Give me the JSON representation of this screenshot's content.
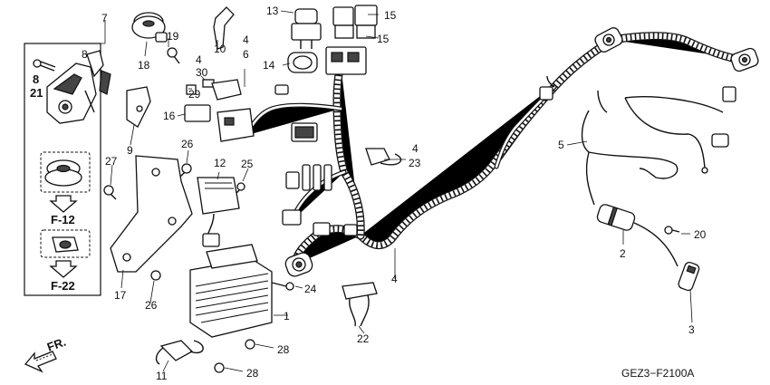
{
  "diagram_code": "GEZ3−F2100A",
  "front_label": "FR.",
  "inset_labels": {
    "ref_top": "F-12",
    "ref_bottom": "F-22"
  },
  "callouts": {
    "c1": "1",
    "c2": "2",
    "c3": "3",
    "c4a": "4",
    "c4b": "4",
    "c4c": "4",
    "c4d": "4",
    "c5": "5",
    "c6": "6",
    "c7": "7",
    "c8a": "8",
    "c8b": "8",
    "c9": "9",
    "c10": "10",
    "c11": "11",
    "c12": "12",
    "c13": "13",
    "c14": "14",
    "c15a": "15",
    "c15b": "15",
    "c16": "16",
    "c17": "17",
    "c18": "18",
    "c19": "19",
    "c20": "20",
    "c21": "21",
    "c22": "22",
    "c23": "23",
    "c24": "24",
    "c25": "25",
    "c26a": "26",
    "c26b": "26",
    "c27": "27",
    "c28a": "28",
    "c28b": "28",
    "c29": "29",
    "c30": "30"
  }
}
